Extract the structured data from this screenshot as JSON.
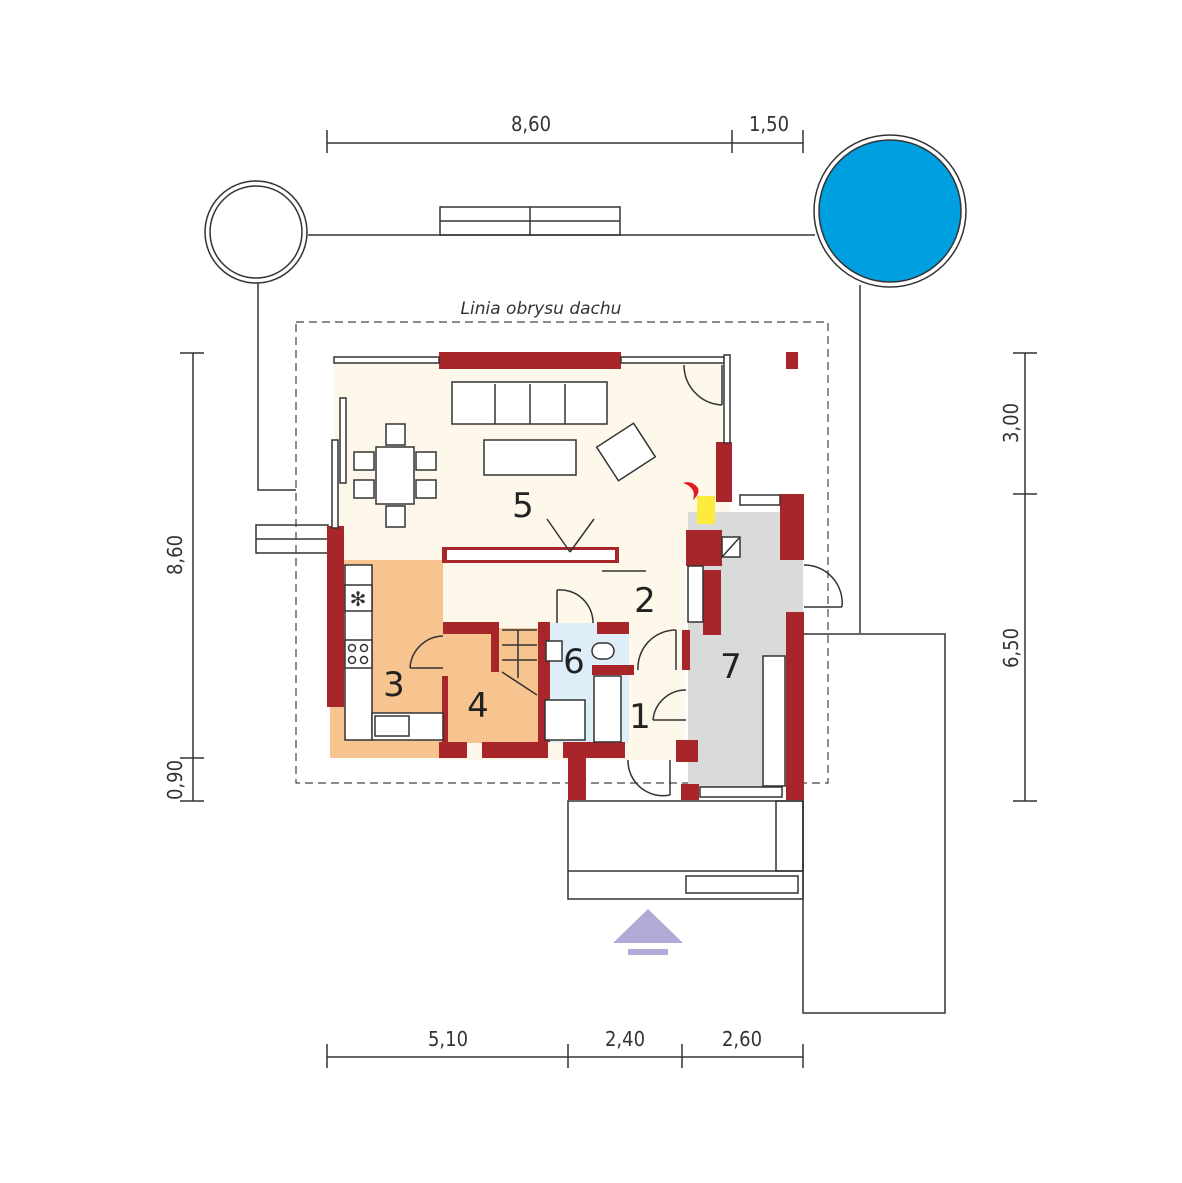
{
  "dimensions": {
    "top": [
      "8,60",
      "1,50"
    ],
    "bottom": [
      "5,10",
      "2,40",
      "2,60"
    ],
    "left": [
      "8,60",
      "0,90"
    ],
    "right": [
      "3,00",
      "6,50"
    ]
  },
  "roof_outline_label": "Linia obrysu dachu",
  "rooms": [
    "1",
    "2",
    "3",
    "4",
    "5",
    "6",
    "7"
  ],
  "colors": {
    "wall": "#A8262A",
    "living": "#FEF8EA",
    "kitchen": "#F7C490",
    "bathroom": "#DDEEF9",
    "garage": "#D9DADA",
    "pool": "#009FE0",
    "entrance_arrow": "#B3A9D6",
    "fireplace": "#FFEB3B"
  }
}
